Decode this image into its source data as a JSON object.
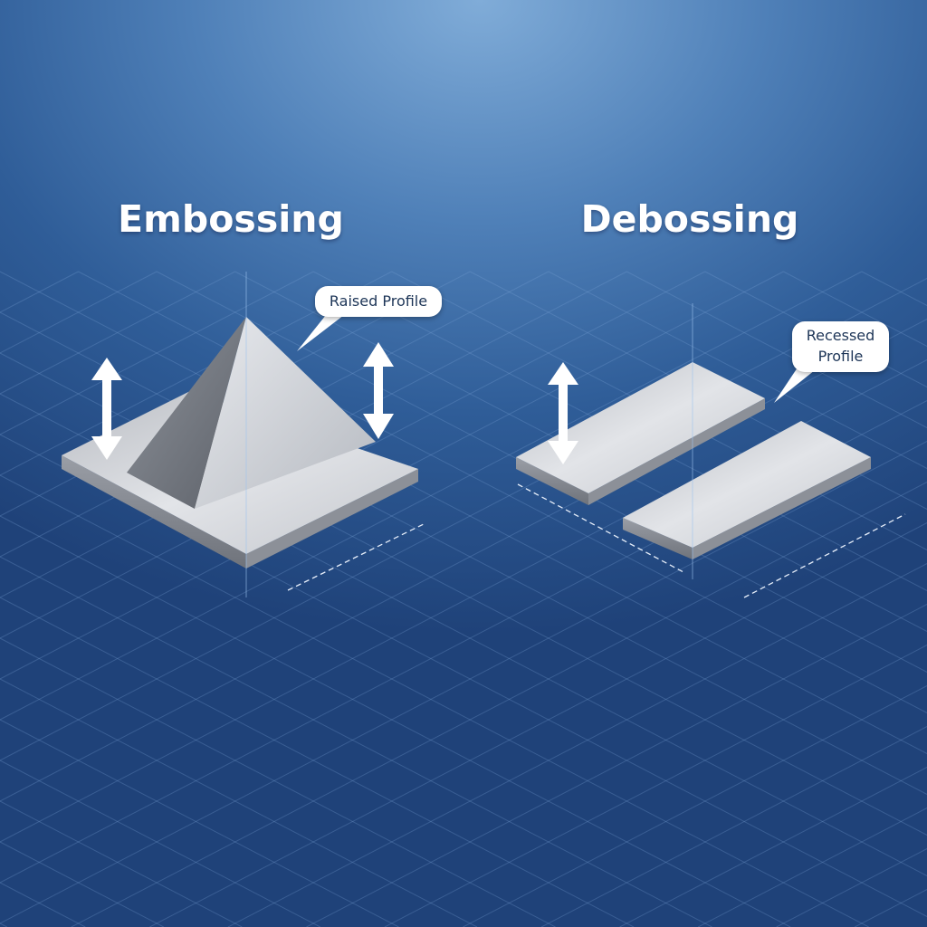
{
  "embossing": {
    "title": "Embossing",
    "callout": "Raised Profile"
  },
  "debossing": {
    "title": "Debossing",
    "callout_line1": "Recessed",
    "callout_line2": "Profile"
  },
  "colors": {
    "background_top": "#80acd8",
    "background_bottom": "#1f4279",
    "metal": "#c9ccd1",
    "grid": "#6f9ad0"
  }
}
